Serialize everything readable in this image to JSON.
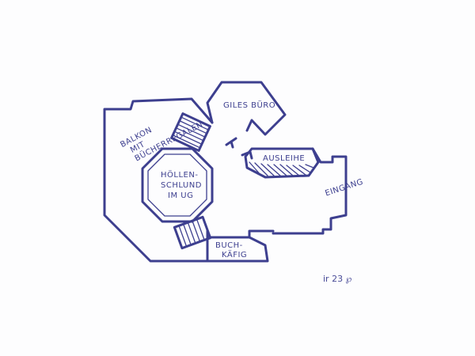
{
  "labels": {
    "balkon": [
      "BALKON",
      "MIT",
      "BÜCHERREGALEN"
    ],
    "hoellenschlund": [
      "HÖLLEN-",
      "SCHLUND",
      "IM UG"
    ],
    "giles_buero": "GILES BÜRO",
    "ausleihe": "AUSLEIHE",
    "eingang": "EINGANG",
    "buchkaefig": [
      "BUCH-",
      "KÄFIG"
    ]
  },
  "signature": "ir 23 ℘",
  "colors": {
    "ink": "#3d3f8f",
    "paper": "#fdfdfe"
  }
}
